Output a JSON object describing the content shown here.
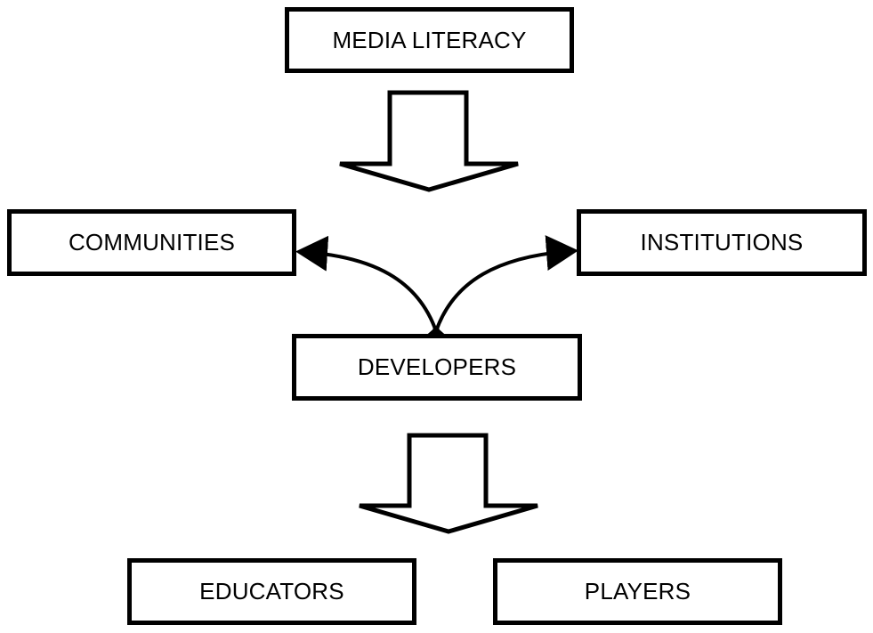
{
  "diagram": {
    "nodes": {
      "media_literacy": "MEDIA LITERACY",
      "communities": "COMMUNITIES",
      "institutions": "INSTITUTIONS",
      "developers": "DEVELOPERS",
      "educators": "EDUCATORS",
      "players": "PLAYERS"
    },
    "edges": [
      {
        "from": "media_literacy",
        "to": "developers",
        "style": "hollow-block-arrow"
      },
      {
        "from": "developers",
        "to": "communities",
        "style": "curved-bidirectional"
      },
      {
        "from": "developers",
        "to": "institutions",
        "style": "curved-bidirectional"
      },
      {
        "from": "developers",
        "to": "educators",
        "style": "hollow-block-arrow"
      },
      {
        "from": "developers",
        "to": "players",
        "style": "hollow-block-arrow"
      }
    ],
    "colors": {
      "stroke": "#000000",
      "fill": "#ffffff"
    }
  }
}
